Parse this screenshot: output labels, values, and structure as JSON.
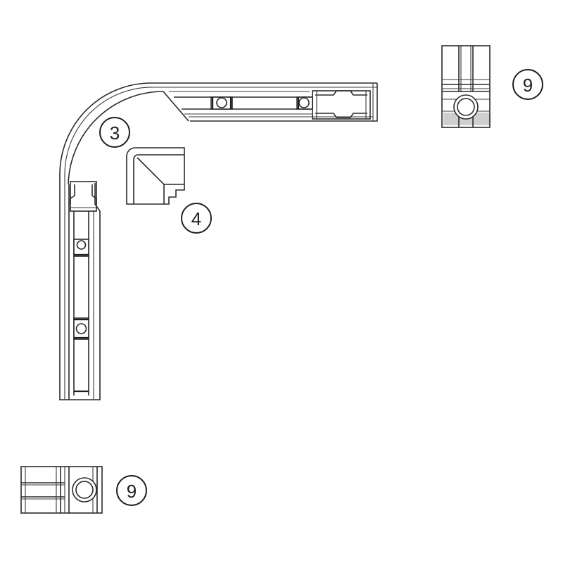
{
  "diagram": {
    "type": "parts-diagram",
    "description": "Curved corner track rail with separate corner cover piece and two end connector blocks",
    "callouts": [
      {
        "id": "3",
        "label": "3",
        "target": "curved-corner-rail"
      },
      {
        "id": "4",
        "label": "4",
        "target": "corner-cover-piece"
      },
      {
        "id": "9a",
        "label": "9",
        "target": "connector-block-vertical"
      },
      {
        "id": "9b",
        "label": "9",
        "target": "connector-block-horizontal"
      }
    ],
    "colors": {
      "line": "#2a2a2a",
      "background": "#ffffff",
      "shade": "#cfcfcf"
    }
  }
}
